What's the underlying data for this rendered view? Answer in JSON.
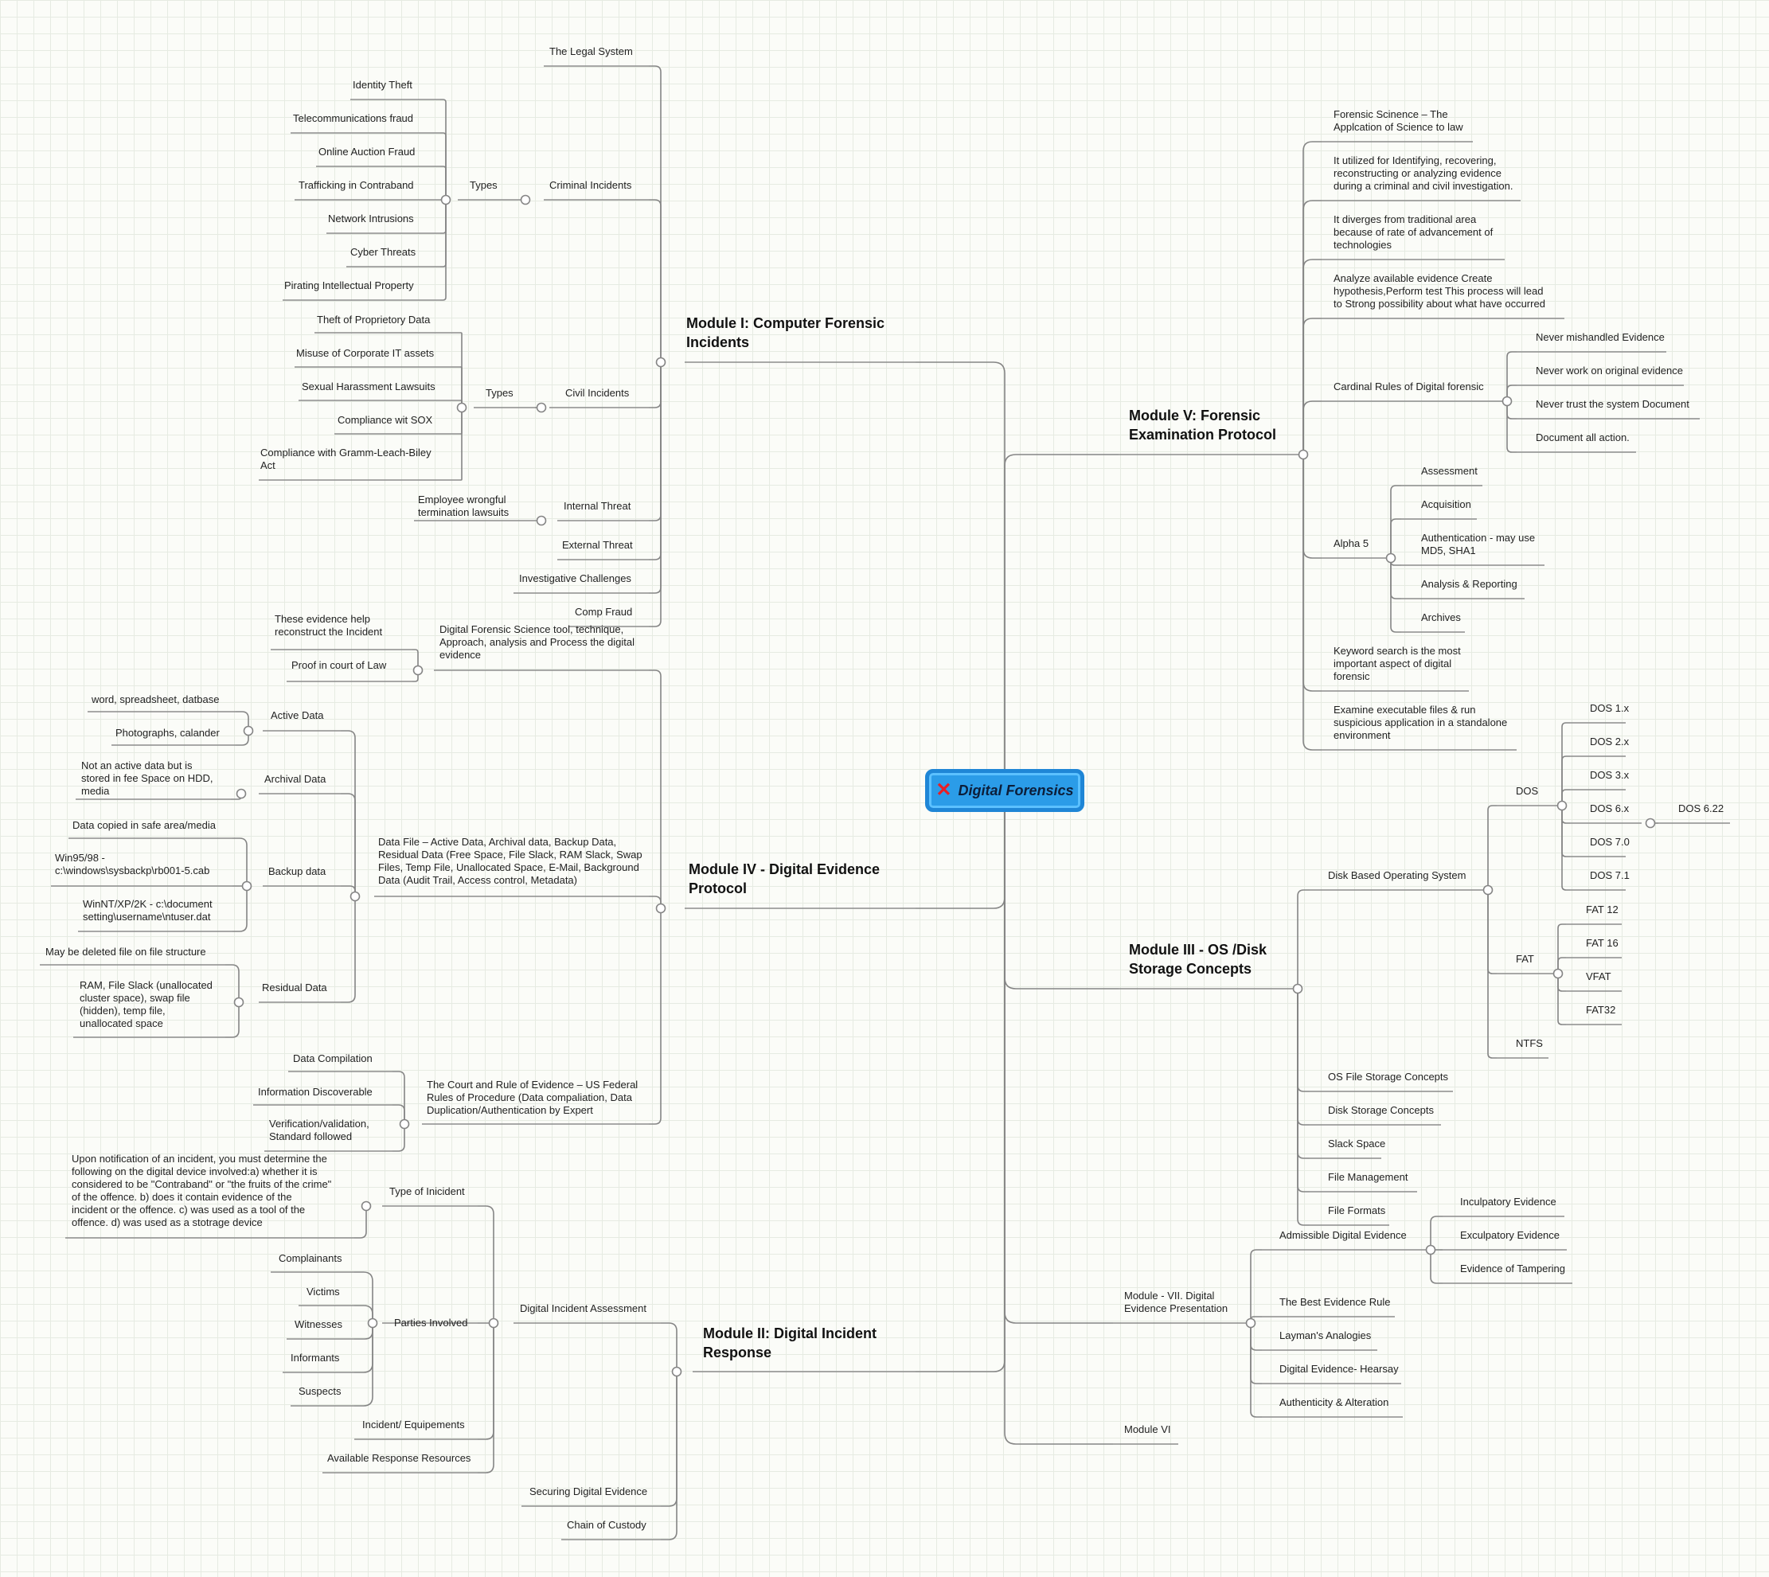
{
  "mindmap": {
    "root": {
      "title": "Digital Forensics",
      "icon": "close-icon",
      "accent": "#2b9ce8",
      "icon_color": "#e81f25"
    },
    "nodes": [
      {
        "id": "m1",
        "parent": "root",
        "side": "left",
        "text": "Module I: Computer Forensic\nIncidents",
        "bold": true
      },
      {
        "id": "m1a",
        "parent": "m1",
        "side": "left",
        "text": "The Legal System"
      },
      {
        "id": "m1b",
        "parent": "m1",
        "side": "left",
        "text": "Criminal Incidents"
      },
      {
        "id": "m1b1",
        "parent": "m1b",
        "side": "left",
        "text": "Types"
      },
      {
        "id": "m1b1a",
        "parent": "m1b1",
        "side": "left",
        "text": "Identity Theft"
      },
      {
        "id": "m1b1b",
        "parent": "m1b1",
        "side": "left",
        "text": "Telecommunications fraud"
      },
      {
        "id": "m1b1c",
        "parent": "m1b1",
        "side": "left",
        "text": "Online Auction Fraud"
      },
      {
        "id": "m1b1d",
        "parent": "m1b1",
        "side": "left",
        "text": "Trafficking in Contraband"
      },
      {
        "id": "m1b1e",
        "parent": "m1b1",
        "side": "left",
        "text": "Network Intrusions"
      },
      {
        "id": "m1b1f",
        "parent": "m1b1",
        "side": "left",
        "text": "Cyber Threats"
      },
      {
        "id": "m1b1g",
        "parent": "m1b1",
        "side": "left",
        "text": "Pirating Intellectual Property"
      },
      {
        "id": "m1c",
        "parent": "m1",
        "side": "left",
        "text": "Civil Incidents"
      },
      {
        "id": "m1c1",
        "parent": "m1c",
        "side": "left",
        "text": "Types"
      },
      {
        "id": "m1c1a",
        "parent": "m1c1",
        "side": "left",
        "text": "Theft of Proprietory Data"
      },
      {
        "id": "m1c1b",
        "parent": "m1c1",
        "side": "left",
        "text": "Misuse of Corporate IT assets"
      },
      {
        "id": "m1c1c",
        "parent": "m1c1",
        "side": "left",
        "text": "Sexual Harassment Lawsuits"
      },
      {
        "id": "m1c1d",
        "parent": "m1c1",
        "side": "left",
        "text": "Compliance wit SOX"
      },
      {
        "id": "m1c1e",
        "parent": "m1c1",
        "side": "left",
        "text": "Compliance with Gramm-Leach-Biley\nAct"
      },
      {
        "id": "m1d",
        "parent": "m1",
        "side": "left",
        "text": "Internal Threat"
      },
      {
        "id": "m1d1",
        "parent": "m1d",
        "side": "left",
        "text": "Employee wrongful\ntermination lawsuits"
      },
      {
        "id": "m1e",
        "parent": "m1",
        "side": "left",
        "text": "External Threat"
      },
      {
        "id": "m1f",
        "parent": "m1",
        "side": "left",
        "text": "Investigative Challenges"
      },
      {
        "id": "m1g",
        "parent": "m1",
        "side": "left",
        "text": "Comp Fraud"
      },
      {
        "id": "m4",
        "parent": "root",
        "side": "left",
        "text": "Module IV - Digital Evidence\nProtocol",
        "bold": true
      },
      {
        "id": "m4a",
        "parent": "m4",
        "side": "left",
        "text": "Digital Forensic Science tool, technique,\nApproach, analysis and Process the digital\nevidence"
      },
      {
        "id": "m4a1",
        "parent": "m4a",
        "side": "left",
        "text": "These evidence help\nreconstruct the Incident"
      },
      {
        "id": "m4a2",
        "parent": "m4a",
        "side": "left",
        "text": "Proof in court of Law"
      },
      {
        "id": "m4b",
        "parent": "m4",
        "side": "left",
        "text": "Data File – Active Data, Archival data, Backup Data,\nResidual Data (Free Space, File Slack, RAM Slack, Swap\nFiles, Temp File, Unallocated Space, E-Mail, Background\nData (Audit Trail, Access control, Metadata)"
      },
      {
        "id": "m4b1",
        "parent": "m4b",
        "side": "left",
        "text": "Active Data"
      },
      {
        "id": "m4b1a",
        "parent": "m4b1",
        "side": "left",
        "text": "word, spreadsheet, datbase"
      },
      {
        "id": "m4b1b",
        "parent": "m4b1",
        "side": "left",
        "text": "Photographs, calander"
      },
      {
        "id": "m4b2",
        "parent": "m4b",
        "side": "left",
        "text": "Archival Data"
      },
      {
        "id": "m4b2a",
        "parent": "m4b2",
        "side": "left",
        "text": "Not an active data but is\nstored in fee Space on HDD,\nmedia"
      },
      {
        "id": "m4b3",
        "parent": "m4b",
        "side": "left",
        "text": "Backup data"
      },
      {
        "id": "m4b3a",
        "parent": "m4b3",
        "side": "left",
        "text": "Data copied in safe area/media"
      },
      {
        "id": "m4b3b",
        "parent": "m4b3",
        "side": "left",
        "text": "Win95/98 -\nc:\\windows\\sysbackp\\rb001-5.cab"
      },
      {
        "id": "m4b3c",
        "parent": "m4b3",
        "side": "left",
        "text": "WinNT/XP/2K - c:\\document\nsetting\\username\\ntuser.dat"
      },
      {
        "id": "m4b4",
        "parent": "m4b",
        "side": "left",
        "text": "Residual Data"
      },
      {
        "id": "m4b4a",
        "parent": "m4b4",
        "side": "left",
        "text": "May be deleted file on file structure"
      },
      {
        "id": "m4b4b",
        "parent": "m4b4",
        "side": "left",
        "text": "RAM, File Slack (unallocated\ncluster space), swap file\n(hidden), temp file,\nunallocated space"
      },
      {
        "id": "m4c",
        "parent": "m4",
        "side": "left",
        "text": "The Court and Rule of Evidence – US Federal\n Rules of Procedure (Data compaliation, Data\nDuplication/Authentication by  Expert"
      },
      {
        "id": "m4c1",
        "parent": "m4c",
        "side": "left",
        "text": "Data Compilation"
      },
      {
        "id": "m4c2",
        "parent": "m4c",
        "side": "left",
        "text": "Information Discoverable"
      },
      {
        "id": "m4c3",
        "parent": "m4c",
        "side": "left",
        "text": "Verification/validation,\nStandard followed"
      },
      {
        "id": "m2",
        "parent": "root",
        "side": "left",
        "text": "Module II: Digital Incident\nResponse",
        "bold": true
      },
      {
        "id": "m2a",
        "parent": "m2",
        "side": "left",
        "text": "Digital Incident Assessment"
      },
      {
        "id": "m2a1",
        "parent": "m2a",
        "side": "left",
        "text": "Type of Inicident"
      },
      {
        "id": "m2a1a",
        "parent": "m2a1",
        "side": "left",
        "text": "Upon notification of an incident, you must determine the\nfollowing on the digital device involved:a) whether it is\nconsidered to be \"Contraband\" or \"the fruits of the crime\"\nof the offence. b) does it contain evidence of the\nincident or the offence. c) was used as a tool of the\noffence. d) was used as a stotrage device"
      },
      {
        "id": "m2a2",
        "parent": "m2a",
        "side": "left",
        "text": "Parties Involved"
      },
      {
        "id": "m2a2a",
        "parent": "m2a2",
        "side": "left",
        "text": "Complainants"
      },
      {
        "id": "m2a2b",
        "parent": "m2a2",
        "side": "left",
        "text": "Victims"
      },
      {
        "id": "m2a2c",
        "parent": "m2a2",
        "side": "left",
        "text": "Witnesses"
      },
      {
        "id": "m2a2d",
        "parent": "m2a2",
        "side": "left",
        "text": "Informants"
      },
      {
        "id": "m2a2e",
        "parent": "m2a2",
        "side": "left",
        "text": "Suspects"
      },
      {
        "id": "m2a3",
        "parent": "m2a",
        "side": "left",
        "text": "Incident/ Equipements"
      },
      {
        "id": "m2a4",
        "parent": "m2a",
        "side": "left",
        "text": "Available Response Resources"
      },
      {
        "id": "m2b",
        "parent": "m2",
        "side": "left",
        "text": "Securing Digital Evidence"
      },
      {
        "id": "m2c",
        "parent": "m2",
        "side": "left",
        "text": "Chain of Custody"
      },
      {
        "id": "m5",
        "parent": "root",
        "side": "right",
        "text": "Module V: Forensic\nExamination Protocol",
        "bold": true
      },
      {
        "id": "m5a",
        "parent": "m5",
        "side": "right",
        "text": "Forensic Scinence – The\nApplcation of Science to law"
      },
      {
        "id": "m5b",
        "parent": "m5",
        "side": "right",
        "text": "It utilized for  Identifying, recovering,\nreconstructing or analyzing evidence\nduring a criminal and civil investigation."
      },
      {
        "id": "m5c",
        "parent": "m5",
        "side": "right",
        "text": "It diverges from traditional area\nbecause of rate of advancement of\ntechnologies"
      },
      {
        "id": "m5d",
        "parent": "m5",
        "side": "right",
        "text": "Analyze available evidence Create\nhypothesis,Perform test This process will lead\nto Strong possibility about what have occurred"
      },
      {
        "id": "m5e",
        "parent": "m5",
        "side": "right",
        "text": "Cardinal Rules of Digital forensic"
      },
      {
        "id": "m5e1",
        "parent": "m5e",
        "side": "right",
        "text": "Never mishandled Evidence"
      },
      {
        "id": "m5e2",
        "parent": "m5e",
        "side": "right",
        "text": "Never work on original evidence"
      },
      {
        "id": "m5e3",
        "parent": "m5e",
        "side": "right",
        "text": "Never trust the system Document"
      },
      {
        "id": "m5e4",
        "parent": "m5e",
        "side": "right",
        "text": "Document all action."
      },
      {
        "id": "m5f",
        "parent": "m5",
        "side": "right",
        "text": "Alpha 5"
      },
      {
        "id": "m5f1",
        "parent": "m5f",
        "side": "right",
        "text": "Assessment"
      },
      {
        "id": "m5f2",
        "parent": "m5f",
        "side": "right",
        "text": "Acquisition"
      },
      {
        "id": "m5f3",
        "parent": "m5f",
        "side": "right",
        "text": "Authentication - may use\nMD5, SHA1"
      },
      {
        "id": "m5f4",
        "parent": "m5f",
        "side": "right",
        "text": "Analysis & Reporting"
      },
      {
        "id": "m5f5",
        "parent": "m5f",
        "side": "right",
        "text": "Archives"
      },
      {
        "id": "m5g",
        "parent": "m5",
        "side": "right",
        "text": "Keyword search is the most\nimportant aspect of digital\nforensic"
      },
      {
        "id": "m5h",
        "parent": "m5",
        "side": "right",
        "text": "Examine executable files & run\nsuspicious application in a standalone\nenvironment"
      },
      {
        "id": "m3",
        "parent": "root",
        "side": "right",
        "text": "Module III - OS /Disk\nStorage Concepts",
        "bold": true
      },
      {
        "id": "m3a",
        "parent": "m3",
        "side": "right",
        "text": "Disk Based Operating System"
      },
      {
        "id": "m3a1",
        "parent": "m3a",
        "side": "right",
        "text": "DOS"
      },
      {
        "id": "m3a1a",
        "parent": "m3a1",
        "side": "right",
        "text": "DOS 1.x"
      },
      {
        "id": "m3a1b",
        "parent": "m3a1",
        "side": "right",
        "text": "DOS 2.x"
      },
      {
        "id": "m3a1c",
        "parent": "m3a1",
        "side": "right",
        "text": "DOS 3.x"
      },
      {
        "id": "m3a1d",
        "parent": "m3a1",
        "side": "right",
        "text": "DOS 6.x"
      },
      {
        "id": "m3a1d1",
        "parent": "m3a1d",
        "side": "right",
        "text": "DOS 6.22"
      },
      {
        "id": "m3a1e",
        "parent": "m3a1",
        "side": "right",
        "text": "DOS 7.0"
      },
      {
        "id": "m3a1f",
        "parent": "m3a1",
        "side": "right",
        "text": "DOS 7.1"
      },
      {
        "id": "m3a2",
        "parent": "m3a",
        "side": "right",
        "text": "FAT"
      },
      {
        "id": "m3a2a",
        "parent": "m3a2",
        "side": "right",
        "text": "FAT 12"
      },
      {
        "id": "m3a2b",
        "parent": "m3a2",
        "side": "right",
        "text": "FAT 16"
      },
      {
        "id": "m3a2c",
        "parent": "m3a2",
        "side": "right",
        "text": "VFAT"
      },
      {
        "id": "m3a2d",
        "parent": "m3a2",
        "side": "right",
        "text": "FAT32"
      },
      {
        "id": "m3a3",
        "parent": "m3a",
        "side": "right",
        "text": "NTFS"
      },
      {
        "id": "m3b",
        "parent": "m3",
        "side": "right",
        "text": "OS File Storage Concepts"
      },
      {
        "id": "m3c",
        "parent": "m3",
        "side": "right",
        "text": "Disk Storage Concepts"
      },
      {
        "id": "m3d",
        "parent": "m3",
        "side": "right",
        "text": "Slack Space"
      },
      {
        "id": "m3e",
        "parent": "m3",
        "side": "right",
        "text": "File Management"
      },
      {
        "id": "m3f",
        "parent": "m3",
        "side": "right",
        "text": "File Formats"
      },
      {
        "id": "m7",
        "parent": "root",
        "side": "right",
        "text": "Module - VII. Digital\nEvidence Presentation"
      },
      {
        "id": "m7a",
        "parent": "m7",
        "side": "right",
        "text": "Admissible Digital Evidence"
      },
      {
        "id": "m7a1",
        "parent": "m7a",
        "side": "right",
        "text": "Inculpatory Evidence"
      },
      {
        "id": "m7a2",
        "parent": "m7a",
        "side": "right",
        "text": "Exculpatory Evidence"
      },
      {
        "id": "m7a3",
        "parent": "m7a",
        "side": "right",
        "text": "Evidence of Tampering"
      },
      {
        "id": "m7b",
        "parent": "m7",
        "side": "right",
        "text": "The Best Evidence Rule"
      },
      {
        "id": "m7c",
        "parent": "m7",
        "side": "right",
        "text": "Layman's Analogies"
      },
      {
        "id": "m7d",
        "parent": "m7",
        "side": "right",
        "text": "Digital Evidence- Hearsay"
      },
      {
        "id": "m7e",
        "parent": "m7",
        "side": "right",
        "text": "Authenticity & Alteration"
      },
      {
        "id": "m6",
        "parent": "root",
        "side": "right",
        "text": "Module VI"
      }
    ]
  }
}
